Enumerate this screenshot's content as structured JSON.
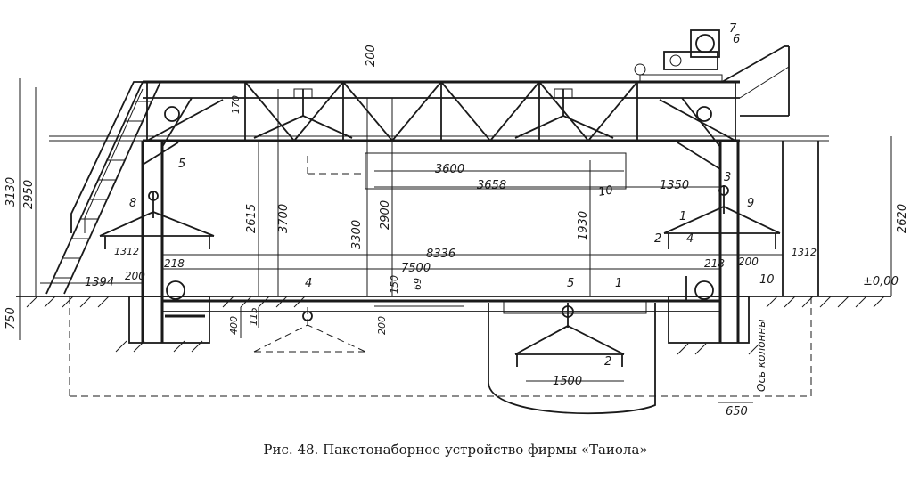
{
  "caption": "Рис. 48. Пакетонаборное устройство фирмы «Таиола»",
  "dimensions": {
    "d200_top": "200",
    "d170": "170",
    "d3130": "3130",
    "d2950": "2950",
    "d2615": "2615",
    "d3700": "3700",
    "d3300": "3300",
    "d2900": "2900",
    "d1930": "1930",
    "d2620": "2620",
    "d3600": "3600",
    "d3658": "3658",
    "d1350": "1350",
    "d8336": "8336",
    "d7500": "7500",
    "d1312_left": "1312",
    "d1312_right": "1312",
    "d1394": "1394",
    "d200_left": "200",
    "d218_left": "218",
    "d218_right": "218",
    "d200_right": "200",
    "d150": "150",
    "d69": "69",
    "d200_bottom": "200",
    "d400": "400",
    "d115": "115",
    "d750": "750",
    "d1500": "1500",
    "d650": "650",
    "level": "±0,00",
    "axis": "Ось колонны"
  },
  "callouts": {
    "c1_center": "1",
    "c1_right": "1",
    "c2_right": "2",
    "c2_bottom": "2",
    "c3": "3",
    "c4_right": "4",
    "c4_bottom": "4",
    "c5_left": "5",
    "c5_bottom": "5",
    "c6": "6",
    "c7": "7",
    "c8": "8",
    "c9": "9",
    "c10_mid": "10",
    "c10_right": "10"
  }
}
